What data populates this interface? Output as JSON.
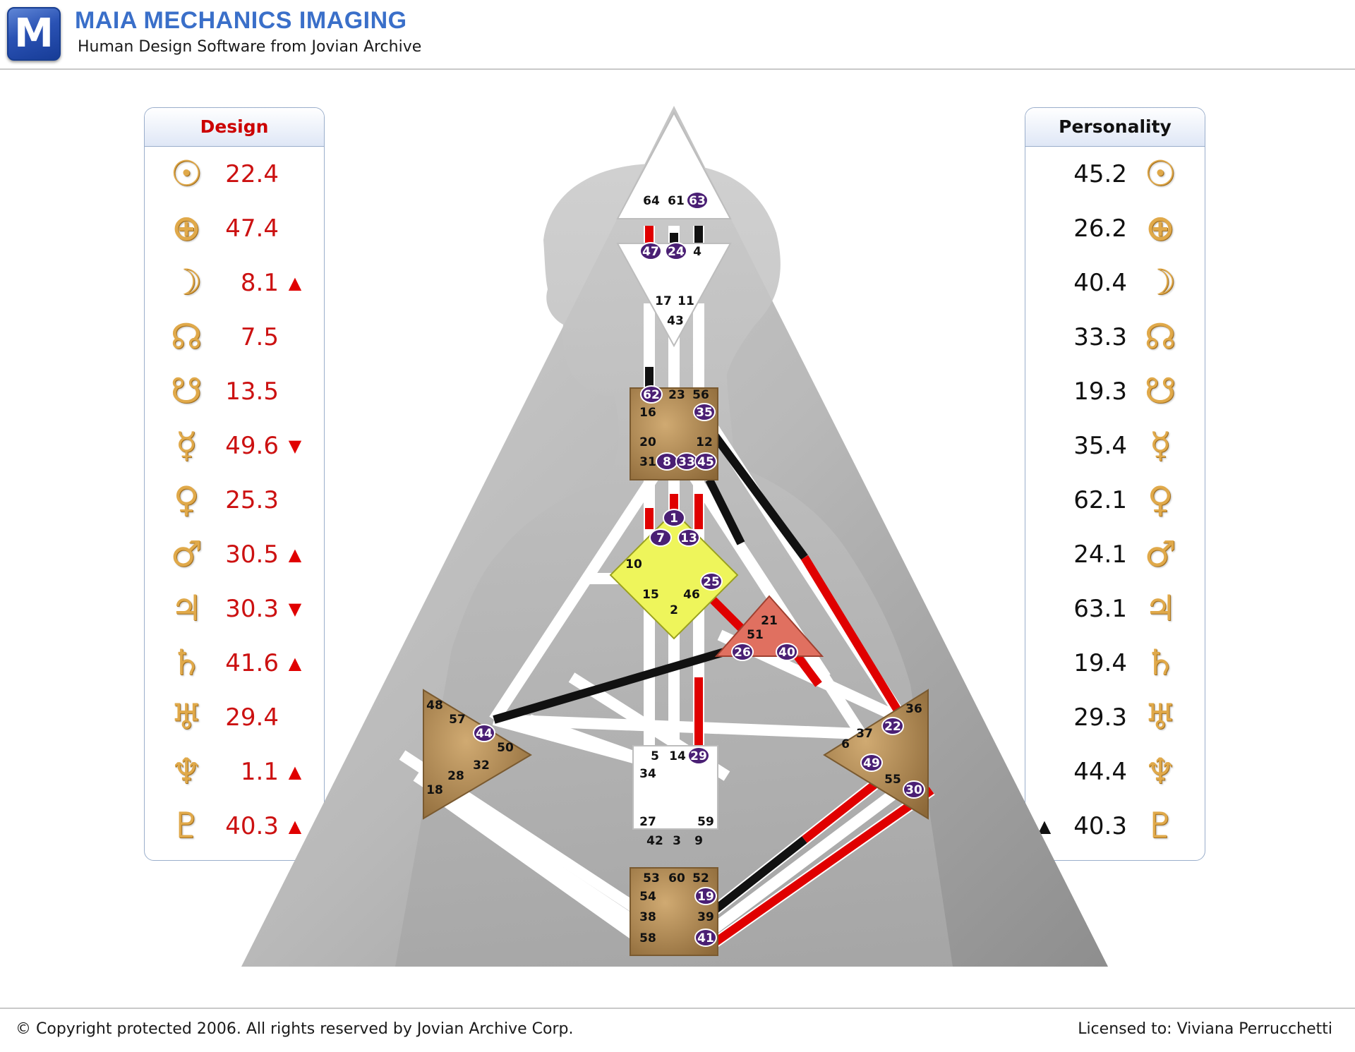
{
  "header": {
    "logo_letter": "M",
    "title": "MAIA MECHANICS IMAGING",
    "subtitle": "Human Design Software from Jovian Archive"
  },
  "design": {
    "title": "Design",
    "rows": [
      {
        "planet": "sun-icon",
        "glyph": "☉",
        "value": "22.4",
        "arrow": ""
      },
      {
        "planet": "earth-icon",
        "glyph": "⊕",
        "value": "47.4",
        "arrow": ""
      },
      {
        "planet": "moon-icon",
        "glyph": "☽",
        "value": "8.1",
        "arrow": "▲"
      },
      {
        "planet": "north-node-icon",
        "glyph": "☊",
        "value": "7.5",
        "arrow": ""
      },
      {
        "planet": "south-node-icon",
        "glyph": "☋",
        "value": "13.5",
        "arrow": ""
      },
      {
        "planet": "mercury-icon",
        "glyph": "☿",
        "value": "49.6",
        "arrow": "▼"
      },
      {
        "planet": "venus-icon",
        "glyph": "♀",
        "value": "25.3",
        "arrow": ""
      },
      {
        "planet": "mars-icon",
        "glyph": "♂",
        "value": "30.5",
        "arrow": "▲"
      },
      {
        "planet": "jupiter-icon",
        "glyph": "♃",
        "value": "30.3",
        "arrow": "▼"
      },
      {
        "planet": "saturn-icon",
        "glyph": "♄",
        "value": "41.6",
        "arrow": "▲"
      },
      {
        "planet": "uranus-icon",
        "glyph": "♅",
        "value": "29.4",
        "arrow": ""
      },
      {
        "planet": "neptune-icon",
        "glyph": "♆",
        "value": "1.1",
        "arrow": "▲"
      },
      {
        "planet": "pluto-icon",
        "glyph": "♇",
        "value": "40.3",
        "arrow": "▲"
      }
    ]
  },
  "personality": {
    "title": "Personality",
    "rows": [
      {
        "planet": "sun-icon",
        "glyph": "☉",
        "value": "45.2",
        "arrow": ""
      },
      {
        "planet": "earth-icon",
        "glyph": "⊕",
        "value": "26.2",
        "arrow": ""
      },
      {
        "planet": "moon-icon",
        "glyph": "☽",
        "value": "40.4",
        "arrow": ""
      },
      {
        "planet": "north-node-icon",
        "glyph": "☊",
        "value": "33.3",
        "arrow": ""
      },
      {
        "planet": "south-node-icon",
        "glyph": "☋",
        "value": "19.3",
        "arrow": ""
      },
      {
        "planet": "mercury-icon",
        "glyph": "☿",
        "value": "35.4",
        "arrow": ""
      },
      {
        "planet": "venus-icon",
        "glyph": "♀",
        "value": "62.1",
        "arrow": ""
      },
      {
        "planet": "mars-icon",
        "glyph": "♂",
        "value": "24.1",
        "arrow": ""
      },
      {
        "planet": "jupiter-icon",
        "glyph": "♃",
        "value": "63.1",
        "arrow": ""
      },
      {
        "planet": "saturn-icon",
        "glyph": "♄",
        "value": "19.4",
        "arrow": ""
      },
      {
        "planet": "uranus-icon",
        "glyph": "♅",
        "value": "29.3",
        "arrow": ""
      },
      {
        "planet": "neptune-icon",
        "glyph": "♆",
        "value": "44.4",
        "arrow": ""
      },
      {
        "planet": "pluto-icon",
        "glyph": "♇",
        "value": "40.3",
        "arrow": "▲"
      }
    ]
  },
  "colors": {
    "design_red": "#e00000",
    "personality_black": "#111111",
    "active_gate": "#4a1f74",
    "head_center": "#ffffff",
    "g_center": "#eef55b",
    "ego_center": "#e07060",
    "motor_center": "#b08a5a"
  },
  "gates": {
    "head": [
      "64",
      "61",
      "63"
    ],
    "ajna": [
      "47",
      "24",
      "4",
      "17",
      "11",
      "43"
    ],
    "throat": [
      "62",
      "23",
      "56",
      "16",
      "35",
      "20",
      "12",
      "31",
      "8",
      "33",
      "45"
    ],
    "g": [
      "1",
      "7",
      "13",
      "10",
      "25",
      "15",
      "46",
      "2"
    ],
    "ego": [
      "21",
      "51",
      "26",
      "40"
    ],
    "spleen": [
      "48",
      "57",
      "44",
      "50",
      "32",
      "28",
      "18"
    ],
    "sacral": [
      "5",
      "14",
      "29",
      "34",
      "27",
      "59",
      "42",
      "3",
      "9"
    ],
    "solar_plexus": [
      "36",
      "22",
      "37",
      "6",
      "49",
      "55",
      "30"
    ],
    "root": [
      "53",
      "60",
      "52",
      "54",
      "19",
      "38",
      "39",
      "58",
      "41"
    ],
    "active": [
      "63",
      "47",
      "24",
      "62",
      "35",
      "8",
      "33",
      "45",
      "1",
      "7",
      "13",
      "25",
      "26",
      "40",
      "44",
      "29",
      "22",
      "49",
      "30",
      "19",
      "41"
    ]
  },
  "footer": {
    "copyright": "© Copyright protected 2006. All rights reserved by Jovian Archive Corp.",
    "license": "Licensed to: Viviana Perrucchetti"
  }
}
